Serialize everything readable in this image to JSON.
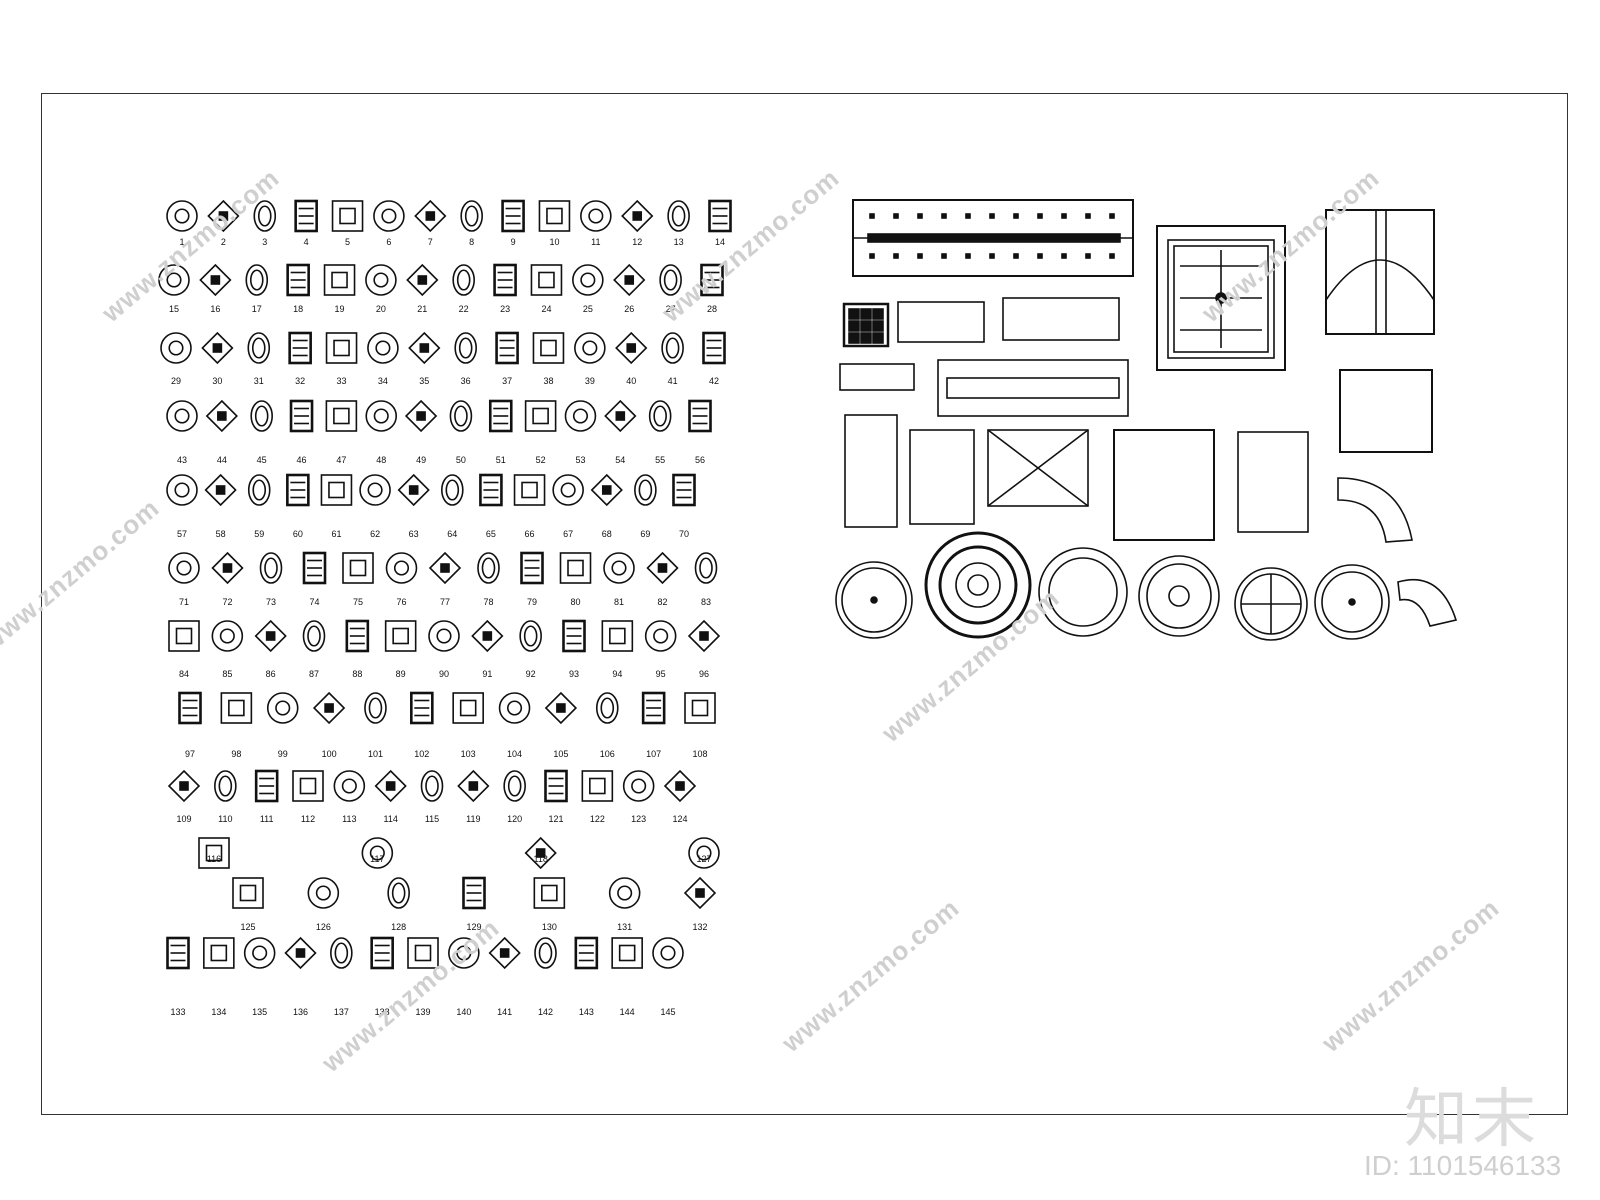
{
  "watermark": {
    "site": "www.znzmo.com",
    "brand": "知末",
    "id_text": "ID: 1101546133"
  },
  "catalog": {
    "labels": [
      "1",
      "2",
      "3",
      "4",
      "5",
      "6",
      "7",
      "8",
      "9",
      "10",
      "11",
      "12",
      "13",
      "14",
      "15",
      "16",
      "17",
      "18",
      "19",
      "20",
      "21",
      "22",
      "23",
      "24",
      "25",
      "26",
      "27",
      "28",
      "29",
      "30",
      "31",
      "32",
      "33",
      "34",
      "35",
      "36",
      "37",
      "38",
      "39",
      "40",
      "41",
      "42",
      "43",
      "44",
      "45",
      "46",
      "47",
      "48",
      "49",
      "50",
      "51",
      "52",
      "53",
      "54",
      "55",
      "56",
      "57",
      "58",
      "59",
      "60",
      "61",
      "62",
      "63",
      "64",
      "65",
      "66",
      "67",
      "68",
      "69",
      "70",
      "71",
      "72",
      "73",
      "74",
      "75",
      "76",
      "77",
      "78",
      "79",
      "80",
      "81",
      "82",
      "83",
      "84",
      "85",
      "86",
      "87",
      "88",
      "89",
      "90",
      "91",
      "92",
      "93",
      "94",
      "95",
      "96",
      "97",
      "98",
      "99",
      "100",
      "101",
      "102",
      "103",
      "104",
      "105",
      "106",
      "107",
      "108",
      "109",
      "110",
      "111",
      "112",
      "113",
      "114",
      "115",
      "116",
      "117",
      "118",
      "119",
      "120",
      "121",
      "122",
      "123",
      "124",
      "125",
      "126",
      "127",
      "128",
      "129",
      "130",
      "131",
      "132",
      "133",
      "134",
      "135",
      "136",
      "137",
      "138",
      "139",
      "140",
      "141",
      "142",
      "143",
      "144",
      "145"
    ]
  }
}
